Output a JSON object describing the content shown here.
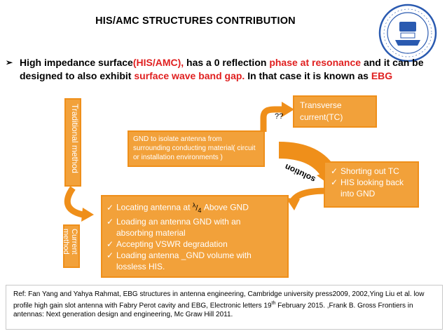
{
  "slide": {
    "title": "HIS/AMC STRUCTURES CONTRIBUTION",
    "bullet": {
      "marker": "➢",
      "part1": "High impedance surface",
      "part2": "(HIS/AMC),",
      "part3": " has a 0 reflection  ",
      "part4": "phase at resonance",
      "part5": " and it can be designed to also exhibit  ",
      "part6": "surface wave band gap.",
      "part7": " In that case it is known as ",
      "part8": "EBG"
    },
    "diagram": {
      "traditional_label": "Traditional method",
      "current_label": "Current method",
      "gnd_box": "GND to isolate antenna from surrounding conducting material( circuit or installation  environments )",
      "question": "??",
      "tc_box_line1": "Transverse",
      "tc_box_line2": "current(TC)",
      "solution": "solution",
      "right_box": [
        "Shorting out TC",
        "HIS looking back into GND"
      ],
      "current_items": [
        "Locating  antenna at λ/4 Above GND",
        "Loading an antenna  GND with an absorbing material",
        "Accepting VSWR degradation",
        "Loading  antenna _GND  volume with lossless HIS."
      ],
      "lambda": "λ",
      "four": "4",
      "above_gnd": " Above GND",
      "locating": "Locating  antenna at ",
      "check": "✓"
    },
    "reference": "Ref: Fan Yang and Yahya Rahmat, EBG structures in antenna engineering, Cambridge university press2009, 2002,Ying Liu et al. low profile high gain slot antenna with Fabry Perot cavity and EBG, Electronic letters 19",
    "reference_sup": "th",
    "reference_tail": " February  2015. ,Frank B. Gross Frontiers in antennas: Next generation design and engineering, Mc Graw Hill 2011.",
    "colors": {
      "orange": "#f2a13a",
      "red": "#e02020"
    }
  }
}
